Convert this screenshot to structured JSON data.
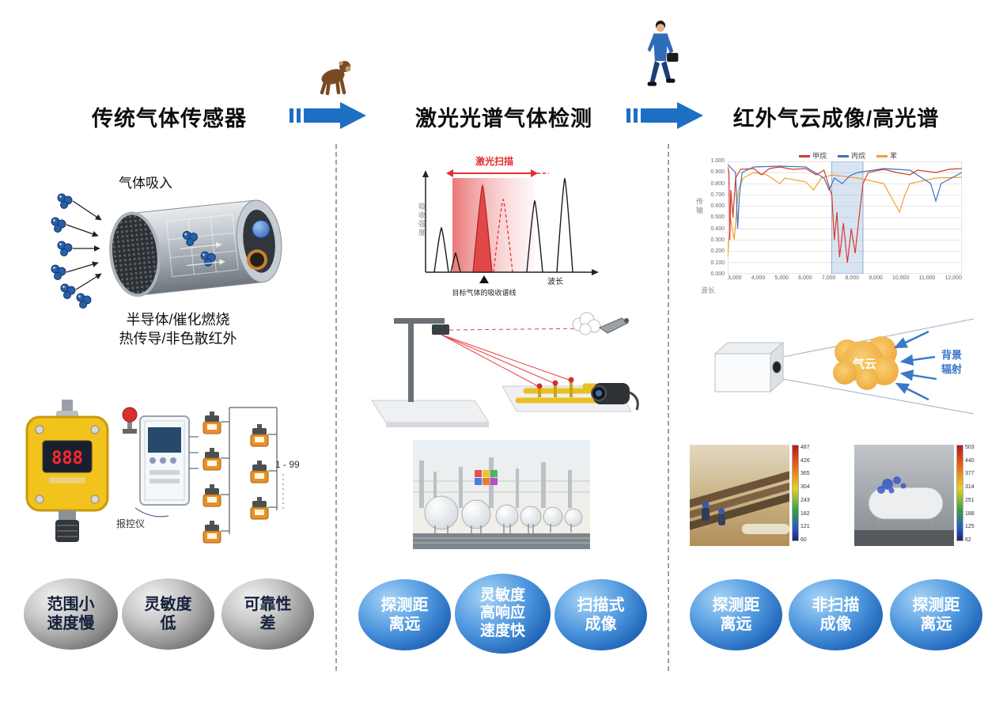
{
  "header": {
    "title_left": "传统气体传感器",
    "title_mid": "激光光谱气体检测",
    "title_right": "红外气云成像/高光谱",
    "arrow_color": "#1c6fc2"
  },
  "col_left": {
    "gas_in_label": "气体吸入",
    "sensor_types": [
      "半导体/催化燃烧",
      "热传导/非色散红外"
    ],
    "detector_display": "888",
    "controller_label": "报控仪",
    "network_range": "1 - 99",
    "drawbacks": [
      [
        "范围小",
        "速度慢"
      ],
      [
        "灵敏度",
        "低"
      ],
      [
        "可靠性",
        "差"
      ]
    ]
  },
  "col_mid": {
    "chart": {
      "scan_label": "激光扫描",
      "ylabel": "吸收强度",
      "xlabel": "波长",
      "caption": "目标气体的吸收谱线"
    },
    "advantages": [
      [
        "探测距",
        "离远"
      ],
      [
        "灵敏度",
        "高响应",
        "速度快"
      ],
      [
        "扫描式",
        "成像"
      ]
    ]
  },
  "col_right": {
    "chart": {
      "legend": [
        {
          "label": "甲烷",
          "color": "#d93a2b"
        },
        {
          "label": "丙烷",
          "color": "#3f6fbf"
        },
        {
          "label": "苯",
          "color": "#f0a02f"
        }
      ],
      "ylabel": "传输",
      "xlabel": "波长",
      "yticks": [
        "1.000",
        "0.900",
        "0.800",
        "0.700",
        "0.600",
        "0.500",
        "0.400",
        "0.300",
        "0.200",
        "0.100",
        "0.000"
      ],
      "xticks": [
        "3,000",
        "4,000",
        "5,000",
        "6,000",
        "7,000",
        "8,000",
        "9,000",
        "10,000",
        "11,000",
        "12,000"
      ]
    },
    "cloud_label": "气云",
    "radiation_label": [
      "背景",
      "辐射"
    ],
    "thermal_left_scale": [
      "487",
      "426",
      "365",
      "304",
      "243",
      "182",
      "121",
      "60"
    ],
    "thermal_right_scale": [
      "503",
      "440",
      "377",
      "314",
      "251",
      "188",
      "125",
      "62"
    ],
    "advantages": [
      [
        "探测距",
        "离远"
      ],
      [
        "非扫描",
        "成像"
      ],
      [
        "探测距",
        "离远"
      ]
    ]
  }
}
